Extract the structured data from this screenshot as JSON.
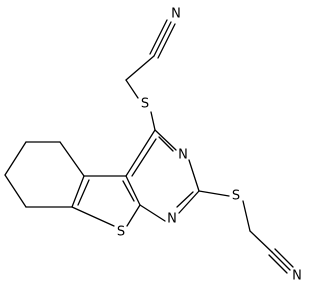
{
  "molecule": {
    "atoms": {
      "s_upper": "S",
      "s_lower": "S",
      "s_ring": "S",
      "n_upper": "N",
      "n_lower": "N",
      "n_nitrile_top": "N",
      "n_nitrile_bottom": "N"
    }
  },
  "colors": {
    "bond": "#000000",
    "label": "#000000",
    "background": "#ffffff"
  }
}
